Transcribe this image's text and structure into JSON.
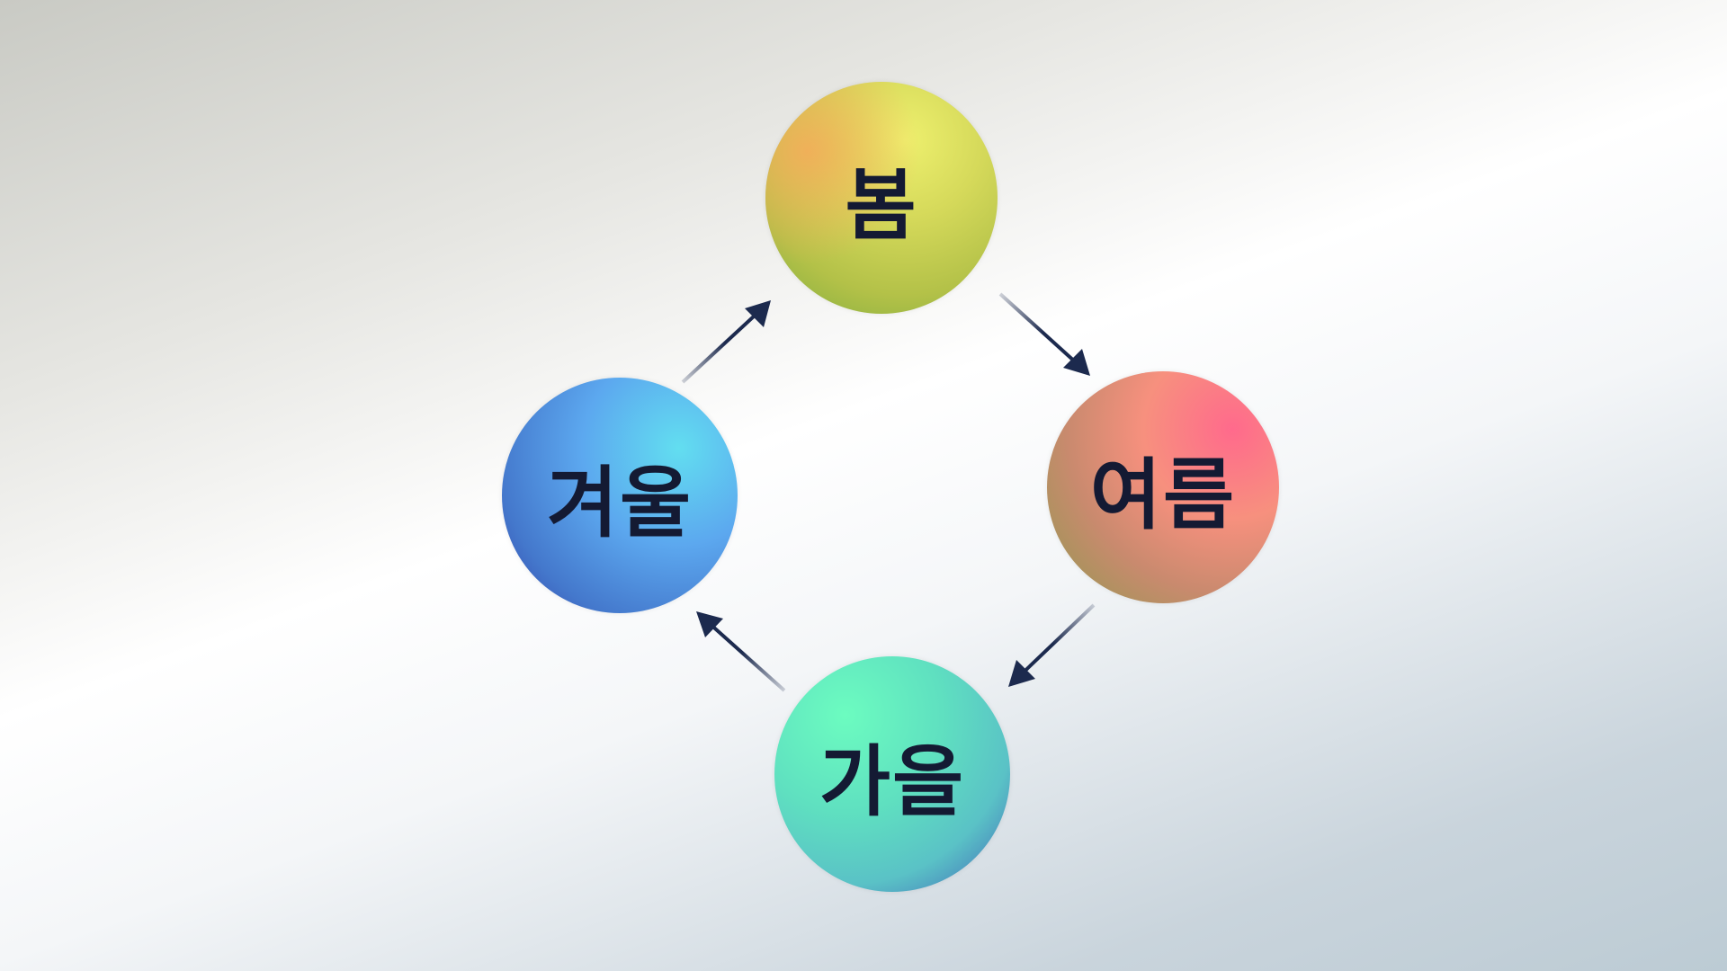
{
  "diagram": {
    "nodes": [
      {
        "id": "spring",
        "label": "봄"
      },
      {
        "id": "summer",
        "label": "여름"
      },
      {
        "id": "autumn",
        "label": "가을"
      },
      {
        "id": "winter",
        "label": "겨울"
      }
    ],
    "edges": [
      {
        "from": "spring",
        "to": "summer"
      },
      {
        "from": "summer",
        "to": "autumn"
      },
      {
        "from": "autumn",
        "to": "winter"
      },
      {
        "from": "winter",
        "to": "spring"
      }
    ],
    "colors": {
      "arrow": "#1c2a4e",
      "text": "#141a33"
    }
  }
}
